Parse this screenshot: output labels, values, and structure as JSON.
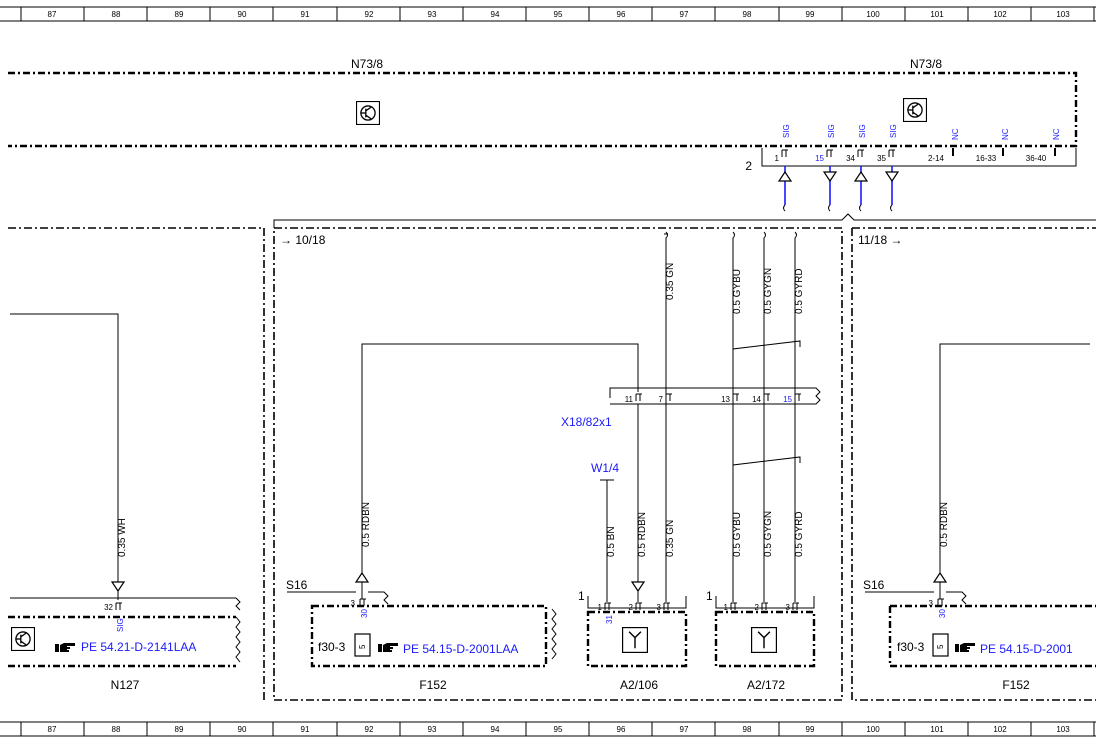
{
  "ruler": {
    "numbers": [
      "87",
      "88",
      "89",
      "90",
      "91",
      "92",
      "93",
      "94",
      "95",
      "96",
      "97",
      "98",
      "99",
      "100",
      "101",
      "102",
      "103"
    ]
  },
  "components": {
    "n73_left": "N73/8",
    "n73_right": "N73/8",
    "n127": "N127",
    "f152_mid": "F152",
    "f152_right": "F152",
    "a2_106": "A2/106",
    "a2_172": "A2/172",
    "x18": "X18/82x1",
    "w1_4": "W1/4",
    "s16_left": "S16",
    "s16_right": "S16",
    "f30_left": "f30-3",
    "f30_right": "f30-3"
  },
  "connector": {
    "number": "2",
    "sig_labels": [
      "SIG",
      "SIG",
      "SIG",
      "SIG"
    ],
    "nc_labels": [
      "NC",
      "NC",
      "NC"
    ],
    "pins": [
      "1",
      "15",
      "34",
      "35",
      "2-14",
      "16-33",
      "36-40"
    ]
  },
  "refs": {
    "left": "→ 10/18",
    "right": "11/18 →",
    "pe_n127": "PE 54.21-D-2141LAA",
    "pe_f152": "PE 54.15-D-2001LAA",
    "pe_f152_right": "PE 54.15-D-2001"
  },
  "wires": {
    "w035wh": "0.35 WH",
    "w05rdbn_left": "0.5 RDBN",
    "w05bn": "0.5 BN",
    "w05rdbn_mid": "0.5 RDBN",
    "w035gn_low": "0.35 GN",
    "w035gn_top": "0.35 GN",
    "w05gybu_top": "0.5 GYBU",
    "w05gygn_top": "0.5 GYGN",
    "w05gyrd_top": "0.5 GYRD",
    "w05gybu_low": "0.5 GYBU",
    "w05gygn_low": "0.5 GYGN",
    "w05gyrd_low": "0.5 GYRD",
    "w05rdbn_right": "0.5 RDBN"
  },
  "pins": {
    "x18": [
      "11",
      "7",
      "13",
      "14",
      "15"
    ],
    "n127_pin": "32",
    "n127_sig": "SIG",
    "s16_pin": "3",
    "s16_30": "30",
    "a2_106_num": "1",
    "a2_106_pins": [
      "1",
      "2",
      "3"
    ],
    "a2_106_31": "31",
    "a2_172_num": "1",
    "a2_172_pins": [
      "1",
      "2",
      "3"
    ],
    "fuse": "5"
  }
}
